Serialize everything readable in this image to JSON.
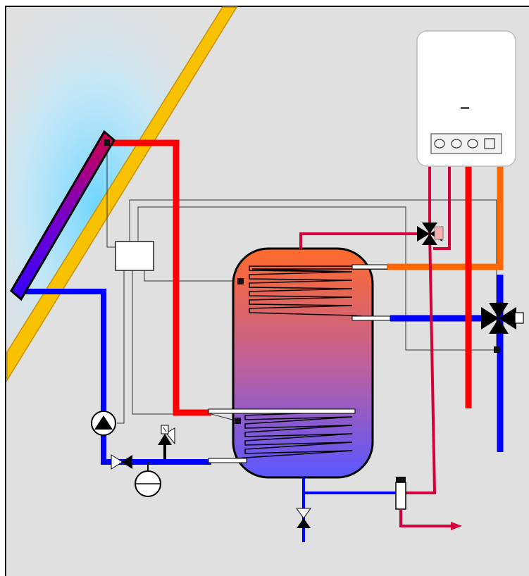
{
  "diagram": {
    "components": {
      "solar_collector": "solar-collector",
      "boiler": "wall-mounted-boiler",
      "storage_tank": "solar-storage-tank",
      "controller": "solar-controller",
      "circulation_pump": "circulation-pump",
      "expansion_vessel": "expansion-vessel",
      "three_way_valves": [
        "diverter-valve-upper",
        "mixing-valve-right"
      ],
      "check_valve": "check-valve",
      "safety_valve": "safety-valve",
      "drain_valve": "drain-valve",
      "water_meter": "water-meter"
    },
    "colors": {
      "background": "#e0e0e0",
      "roof": "#f8c200",
      "sky": "#6fd6ff",
      "hot_pipe": "#ff0000",
      "cold_pipe": "#0000ff",
      "warm_pipe": "#ff6600",
      "dhw_pipe": "#d4003c",
      "tank_top": "#ff6a2a",
      "tank_bottom": "#5a57ff",
      "collector_top": "#d0004a",
      "collector_bottom": "#3400ff",
      "boiler_body": "#ffffff",
      "sensor": "#111111",
      "signal_wire": "#333333"
    },
    "boiler_panel": {
      "buttons": 3,
      "display": 1
    }
  }
}
